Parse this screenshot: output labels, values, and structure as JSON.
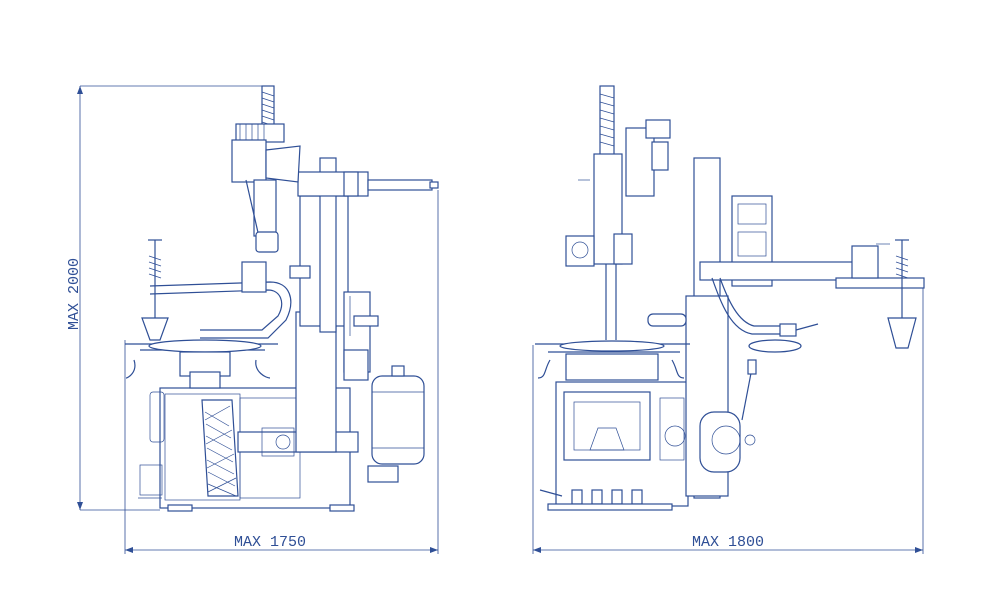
{
  "colors": {
    "line": "#2f4f96",
    "background": "#ffffff"
  },
  "dimensions": {
    "height_label": "MAX 2000",
    "left_width_label": "MAX 1750",
    "right_width_label": "MAX 1800"
  },
  "views": [
    "side-view",
    "front-view"
  ]
}
